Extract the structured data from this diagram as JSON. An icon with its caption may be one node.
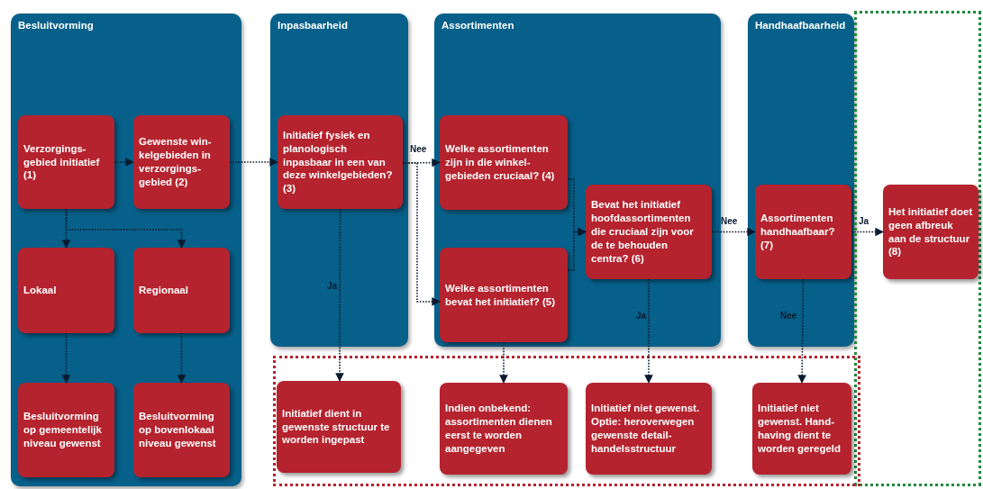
{
  "diagram": {
    "nodes": [
      {
        "text": [
          "Besluitvorming"
        ]
      },
      {
        "text": [
          "Verzorgings- gebied initiatief (1)"
        ],
        "in": 0
      },
      {
        "text": [
          "Gewenste win- kelgebieden in verzorgings- gebied (2)"
        ],
        "in": 0
      },
      {
        "text": [
          "Lokaal"
        ],
        "in": 0
      },
      {
        "text": [
          "Regionaal"
        ],
        "in": 0
      },
      {
        "text": [
          "Besluitvorming op gemeentelijk niveau gewenst"
        ],
        "in": 0
      },
      {
        "text": [
          "Besluitvorming op bovenlokaal niveau gewenst"
        ],
        "in": 0
      },
      {
        "text": [
          "Inpasbaarheid"
        ]
      },
      {
        "text": [
          "Initiatief fysiek en planologisch inpasbaar in een van deze winkelgebieden? (3)"
        ],
        "in": 7
      },
      {
        "text": [
          "Assortimenten"
        ]
      },
      {
        "text": [
          "Welke assortimenten zijn in die winkel- gebieden cruciaal? (4)"
        ],
        "in": 9
      },
      {
        "text": [
          "Welke assortimenten bevat het initiatief? (5)"
        ],
        "in": 9
      },
      {
        "text": [
          "Bevat het initiatief hoofdassortimenten die cruciaal zijn voor de te behouden centra? (6)"
        ],
        "in": 9
      },
      {
        "text": [
          "Handhaafbaarheid"
        ]
      },
      {
        "text": [
          "Assortimenten handhaafbaar? (7)"
        ],
        "in": 13
      },
      {
        "text": [],
        "shape": "box"
      },
      {
        "text": [
          "Het initiatief doet geen afbreuk aan de structuur (8)"
        ],
        "in": 15
      },
      {
        "text": [],
        "shape": "box"
      },
      {
        "text": [
          "Initiatief dient in gewenste structuur te worden ingepast"
        ],
        "in": 17
      },
      {
        "text": [
          "Indien onbekend: assortimenten dienen eerst te worden aangegeven"
        ],
        "in": 17
      },
      {
        "text": [
          "Initiatief niet gewenst. Optie: heroverwegen gewenste detail- handelsstructuur"
        ],
        "in": 17
      },
      {
        "text": [
          "Initiatief niet gewenst. Hand- having dient te worden geregeld"
        ],
        "in": 17
      }
    ],
    "edges": [
      {
        "from": 1,
        "to": 2,
        "arrow": "to"
      },
      {
        "from": 2,
        "to": 8,
        "arrow": "to"
      },
      {
        "from": 1,
        "to": 3,
        "arrow": "to"
      },
      {
        "from": 1,
        "to": 4,
        "arrow": "to"
      },
      {
        "from": 3,
        "to": 5,
        "arrow": "to"
      },
      {
        "from": 4,
        "to": 6,
        "arrow": "to"
      },
      {
        "from": 8,
        "to": 10,
        "arrow": "to",
        "label": "Nee"
      },
      {
        "from": 8,
        "to": 11,
        "arrow": "to"
      },
      {
        "from": 8,
        "to": 18,
        "arrow": "to",
        "label": "Ja"
      },
      {
        "from": 10,
        "to": 12,
        "arrow": "to"
      },
      {
        "from": 11,
        "to": 12,
        "arrow": "to"
      },
      {
        "from": 11,
        "to": 19,
        "arrow": "to"
      },
      {
        "from": 12,
        "to": 20,
        "arrow": "to",
        "label": "Ja"
      },
      {
        "from": 12,
        "to": 14,
        "arrow": "to",
        "label": "Nee"
      },
      {
        "from": 14,
        "to": 16,
        "arrow": "to",
        "label": "Ja"
      },
      {
        "from": 14,
        "to": 21,
        "arrow": "to",
        "label": "Nee"
      }
    ]
  }
}
